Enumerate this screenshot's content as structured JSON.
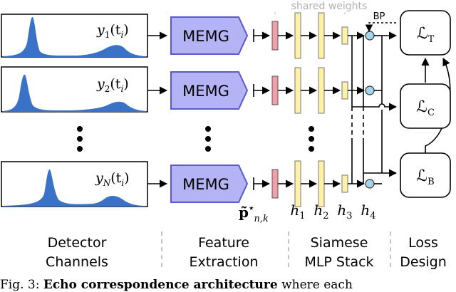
{
  "channels": [
    {
      "sub": "1"
    },
    {
      "sub": "2"
    },
    {
      "sub": "N"
    }
  ],
  "channel_label": {
    "base": "y",
    "arg": "(t",
    "arg_sub": "i",
    "arg_close": ")"
  },
  "memg_label": "MEMG",
  "shared_weights": "shared weights",
  "bp_label": "BP",
  "p_label": {
    "base": "p̃",
    "sup": "⋆",
    "sub": "n,k"
  },
  "h_labels": [
    {
      "base": "h",
      "sub": "1"
    },
    {
      "base": "h",
      "sub": "2"
    },
    {
      "base": "h",
      "sub": "3"
    },
    {
      "base": "h",
      "sub": "4"
    }
  ],
  "losses": [
    {
      "base": "ℒ",
      "sub": "T"
    },
    {
      "base": "ℒ",
      "sub": "C"
    },
    {
      "base": "ℒ",
      "sub": "B"
    }
  ],
  "sections": [
    {
      "line1": "Detector",
      "line2": "Channels"
    },
    {
      "line1": "Feature",
      "line2": "Extraction"
    },
    {
      "line1": "Siamese",
      "line2": "MLP Stack"
    },
    {
      "line1": "Loss",
      "line2": "Design"
    }
  ],
  "caption": {
    "prefix": "Fig.   3:",
    "bold": "Echo  correspondence  architecture",
    "rest": "  where  each"
  },
  "colors": {
    "signal": "#3a72c8",
    "memg_fill": "#b3b3f5",
    "memg_stroke": "#5a5ac8",
    "pink": "#f0a0a8",
    "yellow": "#fff2a8",
    "node": "#a8d2ec"
  }
}
